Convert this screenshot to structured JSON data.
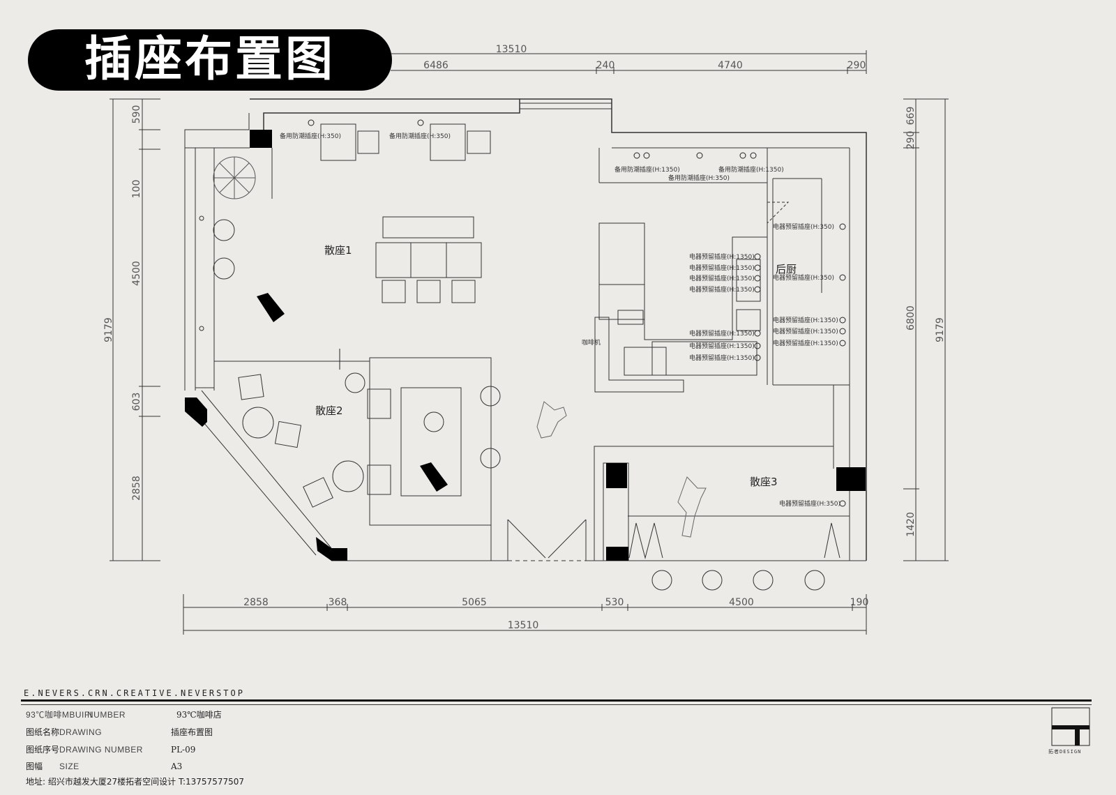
{
  "title": "插座布置图",
  "dims": {
    "top_total": "13510",
    "top_a": "6486",
    "top_b": "240",
    "top_c": "4740",
    "top_d": "290",
    "bottom_a": "2858",
    "bottom_b": "368",
    "bottom_c": "5065",
    "bottom_d": "530",
    "bottom_e": "4500",
    "bottom_f": "190",
    "bottom_total": "13510",
    "left_total": "9179",
    "left_a": "590",
    "left_b": "100",
    "left_c": "4500",
    "left_d": "603",
    "left_e": "2858",
    "right_total": "9179",
    "right_a": "669",
    "right_b": "290",
    "right_c": "6800",
    "right_d": "1420"
  },
  "rooms": {
    "seat1": "散座1",
    "seat2": "散座2",
    "seat3": "散座3",
    "kitchen": "后厨"
  },
  "sockets": {
    "spare_moisture_350": "备用防潮插座(H:350)",
    "spare_moisture_1350": "备用防潮插座(H:1350)",
    "appliance_1350": "电器预留插座(H:1350)",
    "appliance_350": "电器预留插座(H:350)"
  },
  "fixtures": {
    "coffee_machine": "咖啡机"
  },
  "footer": {
    "slogan": "E.NEVERS.CRN.CREATIVE.NEVERSTOP",
    "project_label": "93℃咖啡MBUIFI",
    "project_label_en": "NUMBER",
    "project_value": "93℃咖啡店",
    "drawing_label": "图纸名称",
    "drawing_label_en": "DRAWING",
    "drawing_value": "插座布置图",
    "number_label": "图纸序号",
    "number_label_en": "DRAWING NUMBER",
    "number_value": "PL-09",
    "size_label": "图幅",
    "size_label_en": "SIZE",
    "size_value": "A3",
    "address_label": "地址:",
    "address_value": "绍兴市越发大厦27楼拓者空间设计  T:13757577507",
    "logo_caption": "拓者DESIGN"
  }
}
